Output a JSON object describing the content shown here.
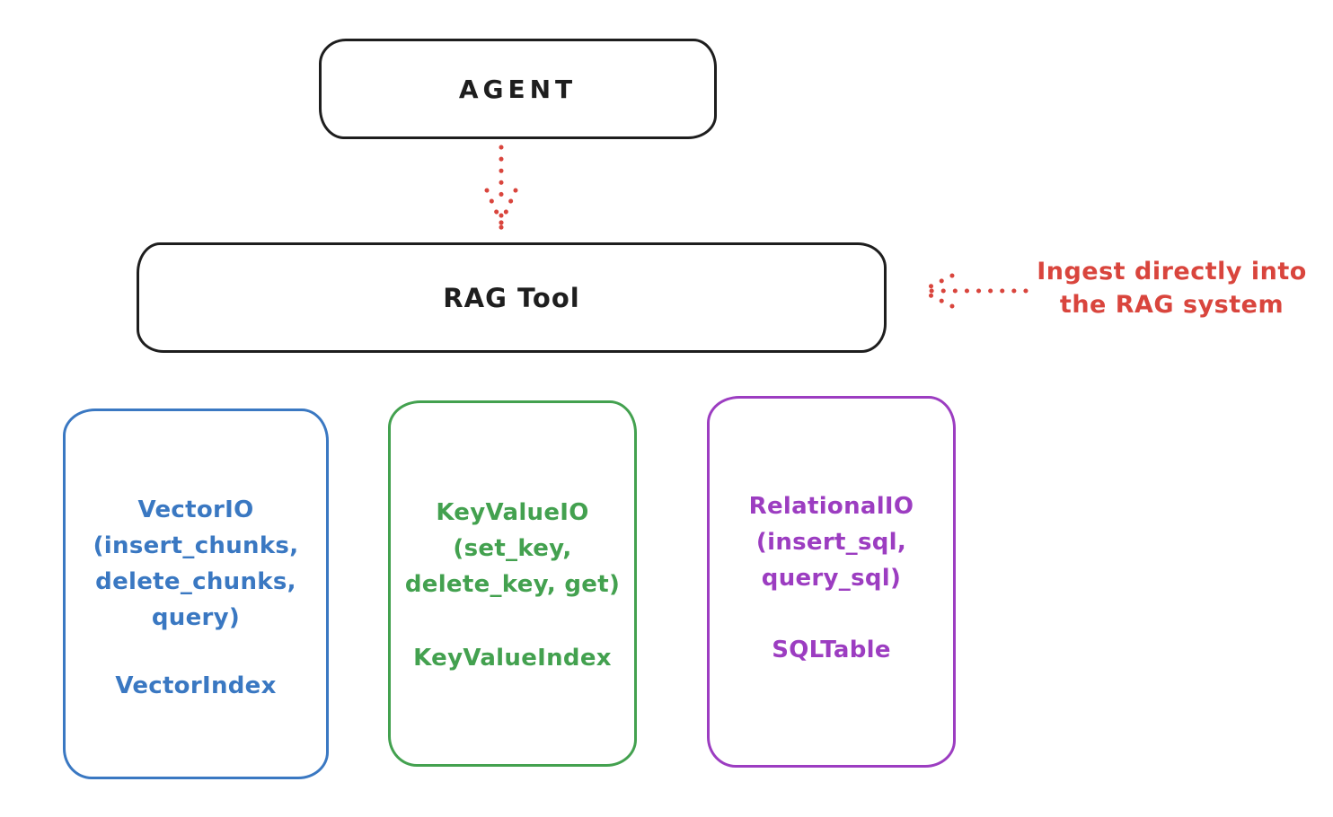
{
  "colors": {
    "ink": "#1e1e1e",
    "red": "#d9453d",
    "blue": "#3a78c2",
    "green": "#43a14f",
    "purple": "#9c3dc1",
    "background": "#ffffff"
  },
  "agent_box": {
    "label": "AGENT"
  },
  "rag_tool_box": {
    "label": "RAG Tool"
  },
  "annotation": {
    "line1": "Ingest directly into",
    "line2": "the RAG system"
  },
  "arrows": [
    {
      "name": "agent-to-rag-tool",
      "style": "dotted",
      "color": "#d9453d",
      "direction": "down"
    },
    {
      "name": "annotation-to-rag-tool",
      "style": "dotted",
      "color": "#d9453d",
      "direction": "left"
    }
  ],
  "modules": [
    {
      "name": "VectorIO",
      "color": "#3a78c2",
      "lines": [
        "VectorIO",
        "(insert_chunks,",
        "delete_chunks,",
        "query)"
      ],
      "index": "VectorIndex"
    },
    {
      "name": "KeyValueIO",
      "color": "#43a14f",
      "lines": [
        "KeyValueIO",
        "(set_key,",
        "delete_key, get)"
      ],
      "index": "KeyValueIndex"
    },
    {
      "name": "RelationalIO",
      "color": "#9c3dc1",
      "lines": [
        "RelationalIO",
        "(insert_sql,",
        "query_sql)"
      ],
      "index": "SQLTable"
    }
  ]
}
